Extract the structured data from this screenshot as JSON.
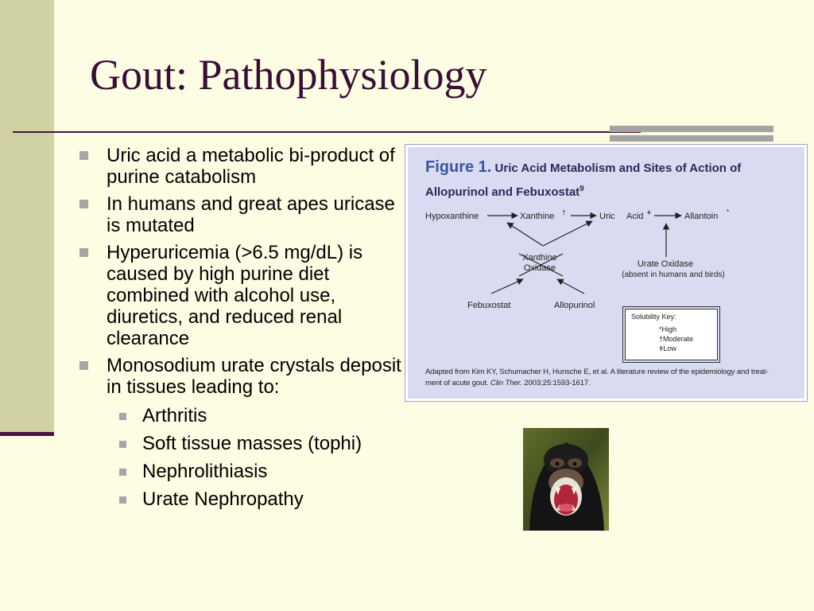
{
  "slide": {
    "title": "Gout: Pathophysiology",
    "bullets": [
      {
        "text": "Uric acid a metabolic bi-product of purine catabolism"
      },
      {
        "text": "In humans and great apes uricase is mutated"
      },
      {
        "text": "Hyperuricemia (>6.5 mg/dL) is caused by high purine diet combined with alcohol use, diuretics, and reduced renal clearance"
      },
      {
        "text": "Monosodium urate crystals deposit in tissues leading to:",
        "sub": [
          "Arthritis",
          "Soft tissue masses (tophi)",
          "Nephrolithiasis",
          "Urate Nephropathy"
        ]
      }
    ]
  },
  "figure": {
    "label": "Figure 1.",
    "title": "Uric Acid Metabolism and Sites of Action of Allopurinol and Febuxostat",
    "ref": "9",
    "pathway": {
      "hypoxanthine": "Hypoxanthine",
      "xanthine": "Xanthine",
      "xanthine_mark": "†",
      "uric": "Uric",
      "acid": "Acid",
      "acid_mark": "ǂ",
      "allantoin": "Allantoin",
      "allantoin_mark": "*",
      "xo1": "Xanthine",
      "xo2": "Oxidase",
      "uo": "Urate Oxidase",
      "uo_note": "(absent in humans and birds)",
      "febuxostat": "Febuxostat",
      "allopurinol": "Allopurinol"
    },
    "key": {
      "title": "Solubility Key:",
      "high": "*High",
      "moderate": "†Moderate",
      "low": "ǂLow"
    },
    "credit_1": "Adapted from Kim KY, Schumacher H, Hunsche E, et al. A literature review of the epidemiology and treat-",
    "credit_2": "ment of acute gout.",
    "credit_journal": "Clin Ther.",
    "credit_3": "2003;25:1593-1617."
  },
  "colors": {
    "background": "#fdfde3",
    "title": "#3a0d36",
    "side_band": "#d1d2a3",
    "rule": "#4a1342",
    "figure_bg": "#d9dbf0"
  }
}
